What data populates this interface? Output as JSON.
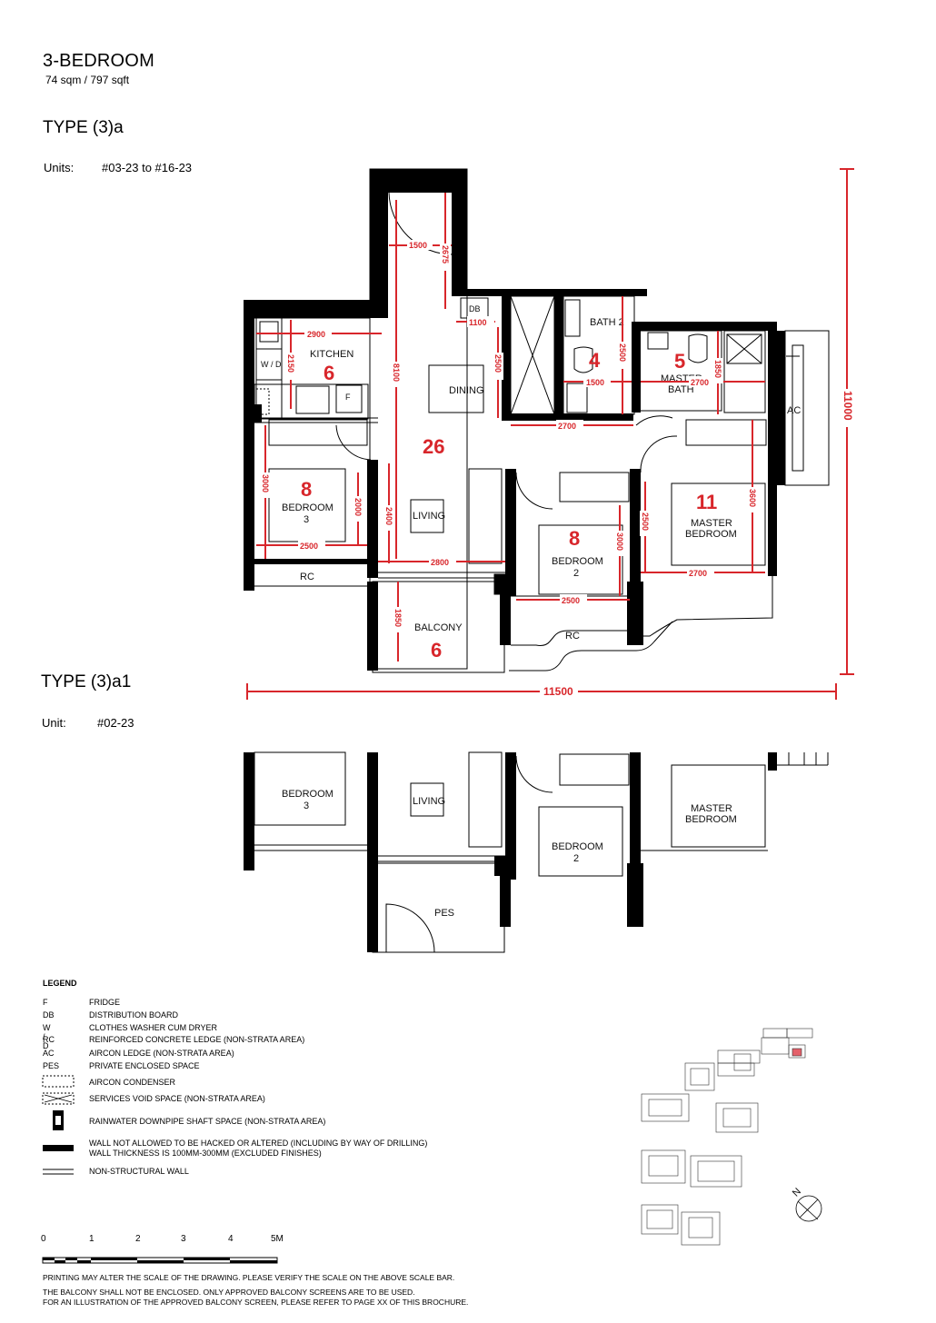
{
  "header": {
    "title": "3-BEDROOM",
    "area": "74 sqm / 797 sqft",
    "type_a": "TYPE (3)a",
    "units_label": "Units:",
    "units_value": "#03-23 to #16-23",
    "type_a1": "TYPE (3)a1",
    "unit_label": "Unit:",
    "unit_value": "#02-23"
  },
  "rooms": {
    "kitchen": "KITCHEN",
    "dining": "DINING",
    "living": "LIVING",
    "bath2": "BATH 2",
    "master_bath_1": "MASTER",
    "master_bath_2": "BATH",
    "ac": "AC",
    "bedroom3_1": "BEDROOM",
    "bedroom3_2": "3",
    "bedroom2_1": "BEDROOM",
    "bedroom2_2": "2",
    "master_bedroom_1": "MASTER",
    "master_bedroom_2": "BEDROOM",
    "rc": "RC",
    "balcony": "BALCONY",
    "pes": "PES",
    "db": "DB",
    "wd": "W / D",
    "fridge": "F"
  },
  "areas": {
    "kitchen": "6",
    "living_dining": "26",
    "bath2": "4",
    "master_bath": "5",
    "bedroom3": "8",
    "bedroom2": "8",
    "master_bedroom": "11",
    "balcony": "6"
  },
  "dimensions": {
    "d1500_entry": "1500",
    "d2675": "2675",
    "d1100": "1100",
    "d2900": "2900",
    "d2150": "2150",
    "d8100": "8100",
    "d2500_dining": "2500",
    "d2500_bath": "2500",
    "d1500_bath": "1500",
    "d1850_mb": "1850",
    "d2700_mb": "2700",
    "d2700_corr": "2700",
    "d3000_b3": "3000",
    "d2000": "2000",
    "d2500_b3": "2500",
    "d2400": "2400",
    "d2800": "2800",
    "d3000_b2": "3000",
    "d2500_b2v": "2500",
    "d2500_b2": "2500",
    "d3600": "3600",
    "d2700_mbr": "2700",
    "d1850_bal": "1850",
    "overall_height": "11000",
    "overall_width": "11500"
  },
  "legend": {
    "title": "LEGEND",
    "items": [
      {
        "code": "F",
        "desc": "FRIDGE"
      },
      {
        "code": "DB",
        "desc": "DISTRIBUTION BOARD"
      },
      {
        "code": "W / D",
        "desc": "CLOTHES WASHER CUM DRYER"
      },
      {
        "code": "RC",
        "desc": "REINFORCED CONCRETE LEDGE (NON-STRATA AREA)"
      },
      {
        "code": "AC",
        "desc": "AIRCON LEDGE (NON-STRATA AREA)"
      },
      {
        "code": "PES",
        "desc": "PRIVATE ENCLOSED SPACE"
      }
    ],
    "symbols": [
      {
        "icon": "aircon-condenser-icon",
        "desc": "AIRCON CONDENSER"
      },
      {
        "icon": "services-void-icon",
        "desc": "SERVICES VOID SPACE (NON-STRATA AREA)"
      },
      {
        "icon": "downpipe-shaft-icon",
        "desc": "RAINWATER DOWNPIPE SHAFT SPACE (NON-STRATA AREA)"
      },
      {
        "icon": "structural-wall-icon",
        "desc": "WALL NOT ALLOWED TO BE HACKED OR ALTERED (INCLUDING BY WAY OF DRILLING)",
        "desc2": "WALL THICKNESS IS 100MM-300MM (EXCLUDED FINISHES)"
      },
      {
        "icon": "non-structural-wall-icon",
        "desc": "NON-STRUCTURAL WALL"
      }
    ]
  },
  "scale": {
    "ticks": [
      "0",
      "1",
      "2",
      "3",
      "4",
      "5M"
    ]
  },
  "notes": [
    "PRINTING MAY ALTER THE SCALE OF THE DRAWING. PLEASE VERIFY THE SCALE ON THE ABOVE SCALE BAR.",
    "THE BALCONY SHALL NOT BE ENCLOSED. ONLY APPROVED BALCONY SCREENS ARE TO BE USED.",
    "FOR AN ILLUSTRATION OF THE APPROVED BALCONY SCREEN, PLEASE REFER TO PAGE XX OF THIS BROCHURE."
  ],
  "key_plan": {
    "north": "N",
    "highlight_color": "#e4606a"
  },
  "colors": {
    "dimension": "#d8262b",
    "wall": "#000000"
  }
}
